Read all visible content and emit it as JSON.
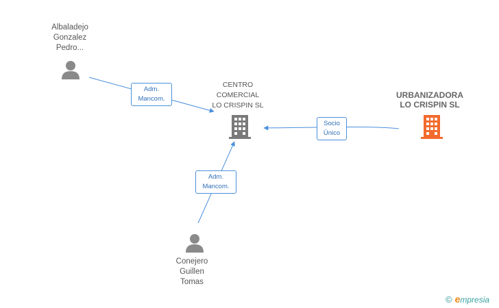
{
  "nodes": {
    "person_1": {
      "name": "Albaladejo\nGonzalez\nPedro..."
    },
    "center": {
      "name": "CENTRO\nCOMERCIAL\nLO CRISPIN  SL"
    },
    "company_2": {
      "name": "URBANIZADORA\nLO CRISPIN SL"
    },
    "person_2": {
      "name": "Conejero\nGuillen\nTomas"
    }
  },
  "edges": [
    {
      "label": "Adm.\nMancom."
    },
    {
      "label": "Socio\nÚnico"
    },
    {
      "label": "Adm.\nMancom."
    }
  ],
  "colors": {
    "edge": "#4a8fdb",
    "person_icon": "#8a8a8a",
    "company_icon": "#7a7a7a",
    "highlight_company_icon": "#f26b2e"
  },
  "icons": {
    "person": "person-icon",
    "building": "building-icon"
  },
  "brand": {
    "copyright": "©",
    "first": "e",
    "rest": "mpresia"
  }
}
